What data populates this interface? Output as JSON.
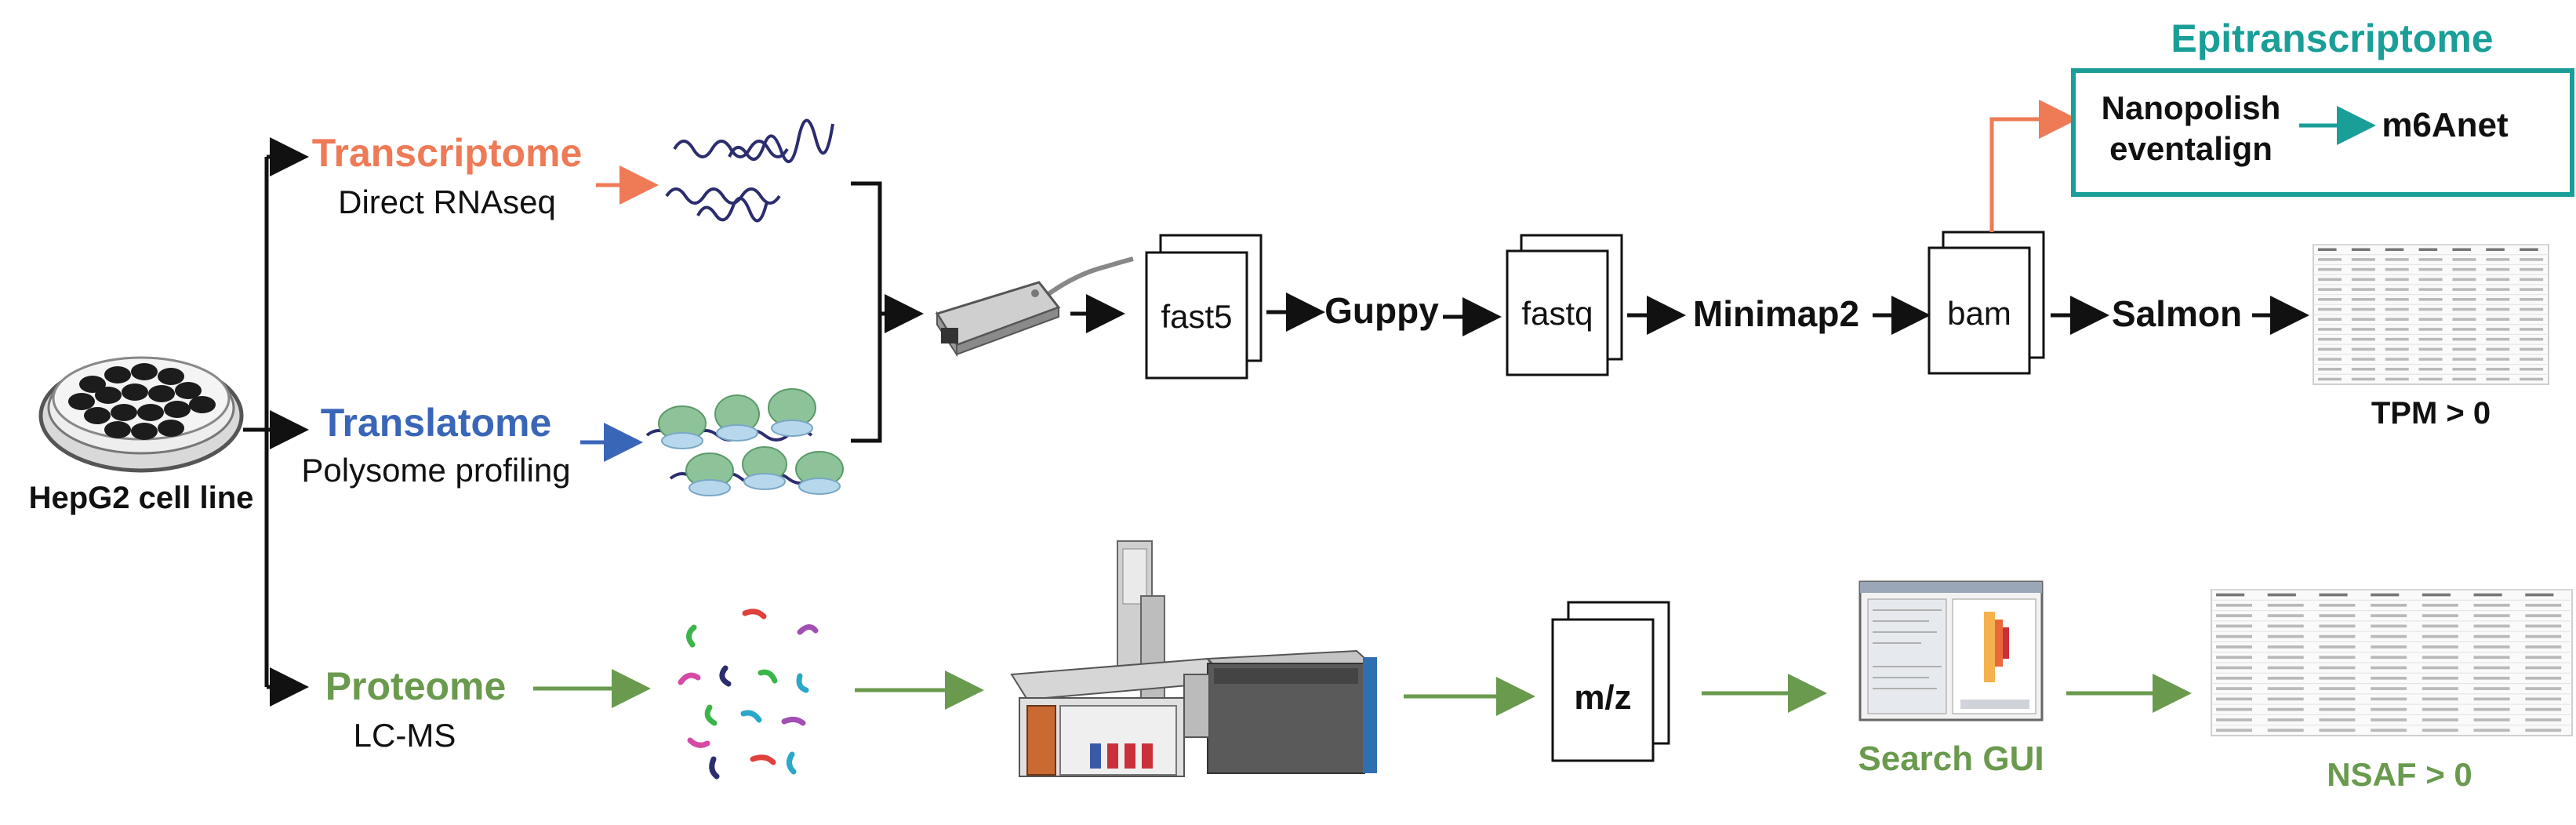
{
  "colors": {
    "transcriptome": "#ee7a56",
    "translatome": "#3a66b8",
    "proteome": "#6a9a4e",
    "epitranscriptome": "#1a9e98",
    "ink": "#111111"
  },
  "cell_line": {
    "label": "HepG2 cell line",
    "icon": "petri-dish-icon"
  },
  "branches": {
    "transcriptome": {
      "title": "Transcriptome",
      "subtitle": "Direct RNAseq",
      "icon": "rna-strands-icon"
    },
    "translatome": {
      "title": "Translatome",
      "subtitle": "Polysome profiling",
      "icon": "polysome-icon"
    },
    "proteome": {
      "title": "Proteome",
      "subtitle": "LC-MS",
      "icon": "peptides-icon"
    }
  },
  "rna_pipeline": {
    "sequencer_icon": "nanopore-sequencer-icon",
    "fast5": "fast5",
    "guppy": "Guppy",
    "fastq": "fastq",
    "minimap2": "Minimap2",
    "bam": "bam",
    "salmon": "Salmon",
    "tpm": "TPM > 0",
    "table_icon": "expression-table-icon"
  },
  "epitranscriptome": {
    "title": "Epitranscriptome",
    "step1_line1": "Nanopolish",
    "step1_line2": "eventalign",
    "step2": "m6Anet"
  },
  "protein_pipeline": {
    "ms_icon": "mass-spectrometer-icon",
    "mz": "m/z",
    "search_gui": "Search GUI",
    "search_gui_icon": "software-window-icon",
    "nsaf": "NSAF > 0",
    "table_icon": "protein-table-icon"
  }
}
